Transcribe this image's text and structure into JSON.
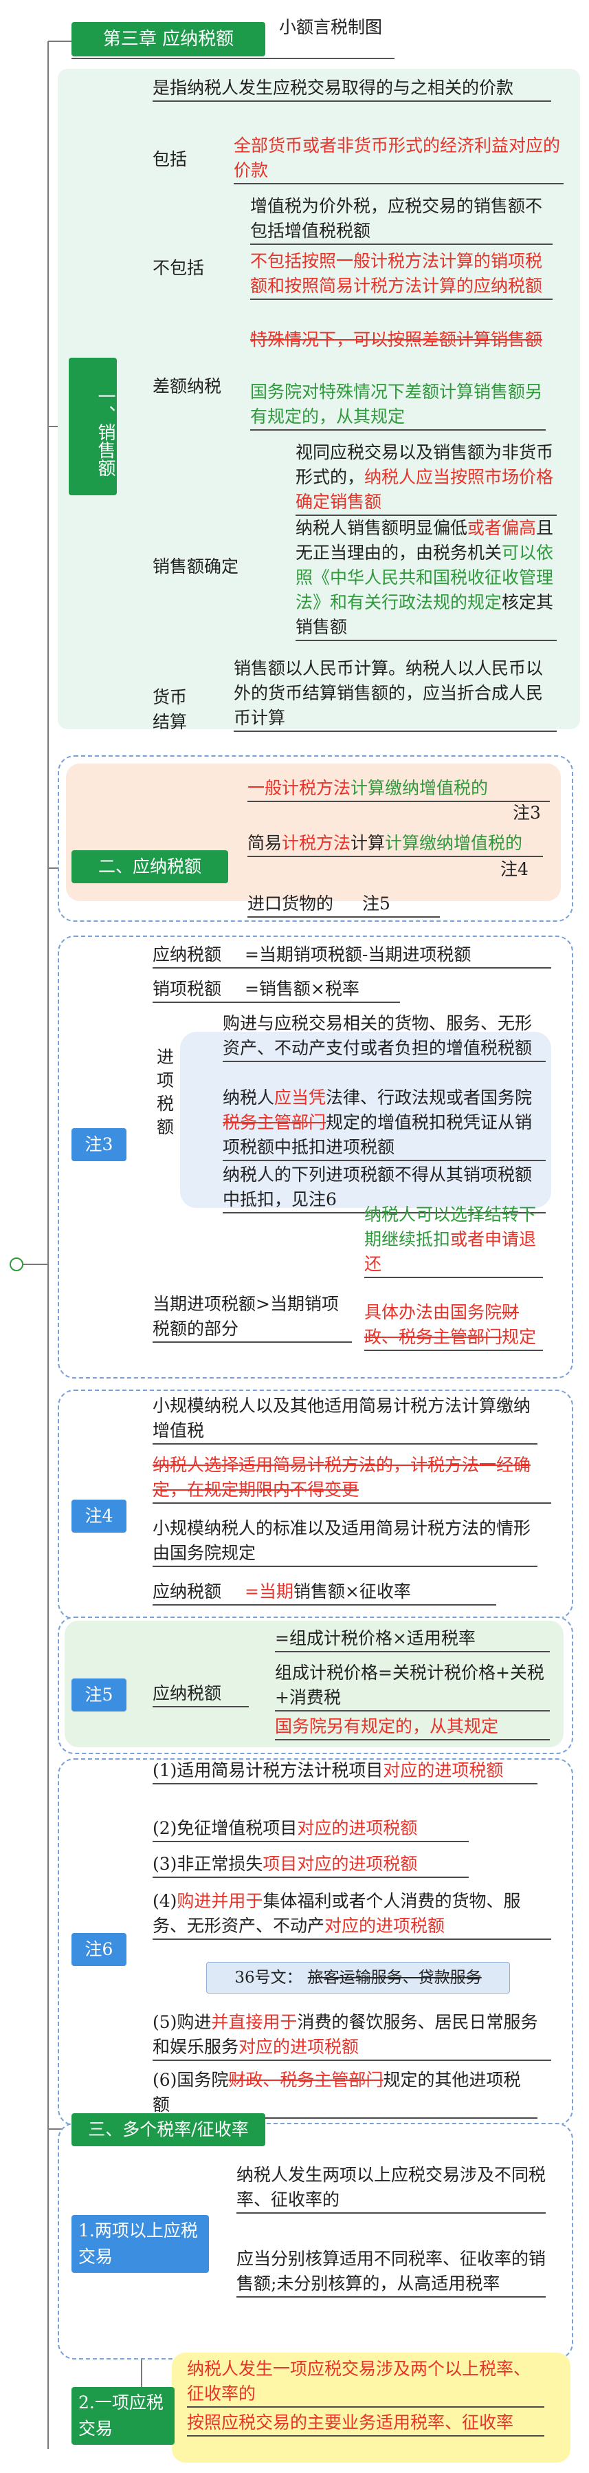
{
  "title": "第三章 应纳税额",
  "subtitle": "小额言税制图",
  "s1": {
    "label": "一、销售额",
    "def": "是指纳税人发生应税交易取得的与之相关的价款",
    "bao_kuo": {
      "label": "包括",
      "text": "全部货币或者非货币形式的经济利益对应的价款"
    },
    "bu_bao_kuo": {
      "label": "不包括",
      "line1": "增值税为价外税，应税交易的销售额不包括增值税税额",
      "line2": "不包括按照一般计税方法计算的销项税额和按照简易计税方法计算的应纳税额"
    },
    "cha_e": {
      "label": "差额纳税",
      "strike": "特殊情况下，可以按照差额计算销售额",
      "green": "国务院对特殊情况下差额计算销售额另有规定的，从其规定"
    },
    "que_ding": {
      "label": "销售额确定",
      "line1_a": "视同应税交易以及销售额为非货币形式的，",
      "line1_b": "纳税人应当按照市场价格确定销售额",
      "line2_a": "纳税人销售额明显偏低",
      "line2_b": "或者偏高",
      "line2_c": "且无正当理由的，由税务机关",
      "line2_d": "可以依照《中华人民共和国税收征收管理法》和有关行政法规的规定",
      "line2_e": "核定其销售额"
    },
    "huo_bi": {
      "label": "货币结算",
      "text": "销售额以人民币计算。纳税人以人民币以外的货币结算销售额的，应当折合成人民币计算"
    }
  },
  "s2": {
    "label": "二、应纳税额",
    "row1_red": "一般计税方法",
    "row1_green": "计算缴纳增值税的",
    "row1_note": "注3",
    "row2_black": "简易",
    "row2_red": "计税方法",
    "row2_black2": "计算",
    "row2_green": "计算缴纳增值税的",
    "row2_note": "注4",
    "row3": "进口货物的",
    "row3_note": "注5"
  },
  "note3": {
    "label": "注3",
    "r1_label": "应纳税额",
    "r1_eq": "=当期销项税额-当期进项税额",
    "r2_label": "销项税额",
    "r2_eq": "=销售额×税率",
    "jin_xiang_label": "进项税额",
    "jx1": "购进与应税交易相关的货物、服务、无形资产、不动产支付或者负担的增值税税额",
    "jx2_a": "纳税人",
    "jx2_b": "应当凭",
    "jx2_c": "法律、行政法规或者国务院",
    "jx2_d": "税务主管部门",
    "jx2_e": "规定的增值税扣税凭证从销项税额中抵扣进项税额",
    "jx3": "纳税人的下列进项税额不得从其销项税额中抵扣，见注6",
    "dq_label": "当期进项税额>当期销项税额的部分",
    "dq1_a": "纳税人可以选择结转下期继续抵扣",
    "dq1_b": "或者申请退还",
    "dq2_a": "具体办法由国务院",
    "dq2_b": "财政、税务主管部门",
    "dq2_c": "规定"
  },
  "note4": {
    "label": "注4",
    "r1": "小规模纳税人以及其他适用简易计税方法计算缴纳增值税",
    "r2": "纳税人选择适用简易计税方法的，计税方法一经确定，在规定期限内不得变更",
    "r3": "小规模纳税人的标准以及适用简易计税方法的情形由国务院规定",
    "r4_label": "应纳税额",
    "r4_eq_a": "=",
    "r4_eq_b": "当期",
    "r4_eq_c": "销售额×征收率"
  },
  "note5": {
    "label": "注5",
    "r_label": "应纳税额",
    "r1": "=组成计税价格×适用税率",
    "r2": "组成计税价格=关税计税价格+关税+消费税",
    "r3": "国务院另有规定的，从其规定"
  },
  "note6": {
    "label": "注6",
    "i1_a": "(1)适用简易计税方法计税项目",
    "i1_b": "对应的进项税额",
    "i2_a": "(2)免征增值税项目",
    "i2_b": "对应的进项税额",
    "i3_a": "(3)非正常损失",
    "i3_b": "项目对应的进项税额",
    "i4_a": "(4)",
    "i4_b": "购进并用于",
    "i4_c": "集体福利或者个人消费的货物、服务、无形资产、不动产",
    "i4_d": "对应的进项税额",
    "box_a": "36号文：",
    "box_b": "旅客运输服务、贷款服务",
    "i5_a": "(5)购进",
    "i5_b": "并直接用于",
    "i5_c": "消费的餐饮服务、居民日常服务和娱乐服务",
    "i5_d": "对应的进项税额",
    "i6_a": "(6)国务院",
    "i6_b": "财政、税务主管部门",
    "i6_c": "规定的其他进项税额"
  },
  "s3": {
    "label": "三、多个税率/征收率",
    "n1_label": "1.两项以上应税交易",
    "n1_t1": "纳税人发生两项以上应税交易涉及不同税率、征收率的",
    "n1_t2": "应当分别核算适用不同税率、征收率的销售额;未分别核算的，从高适用税率",
    "n2_label": "2.一项应税交易",
    "n2_t1": "纳税人发生一项应税交易涉及两个以上税率、征收率的",
    "n2_t2": "按照应税交易的主要业务适用税率、征收率"
  },
  "colors": {
    "green": "#1e9a4b",
    "blue": "#3b8ee0",
    "red": "#e8332a",
    "green_text": "#2f9a3c"
  }
}
